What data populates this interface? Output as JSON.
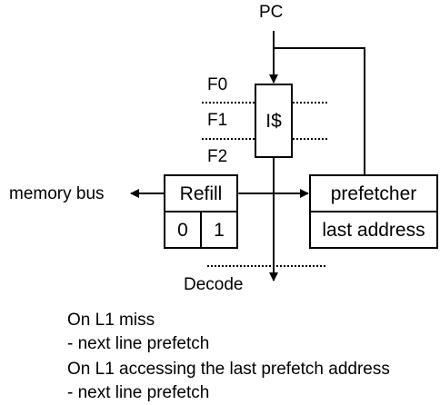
{
  "labels": {
    "pc": "PC",
    "f0": "F0",
    "f1": "F1",
    "f2": "F2",
    "icache": "I$",
    "memory_bus": "memory bus",
    "refill": "Refill",
    "refill_slot_0": "0",
    "refill_slot_1": "1",
    "prefetcher": "prefetcher",
    "last_address": "last address",
    "decode": "Decode"
  },
  "notes": [
    "On L1 miss",
    "- next line prefetch",
    "On L1 accessing the last prefetch address",
    "- next line prefetch"
  ]
}
